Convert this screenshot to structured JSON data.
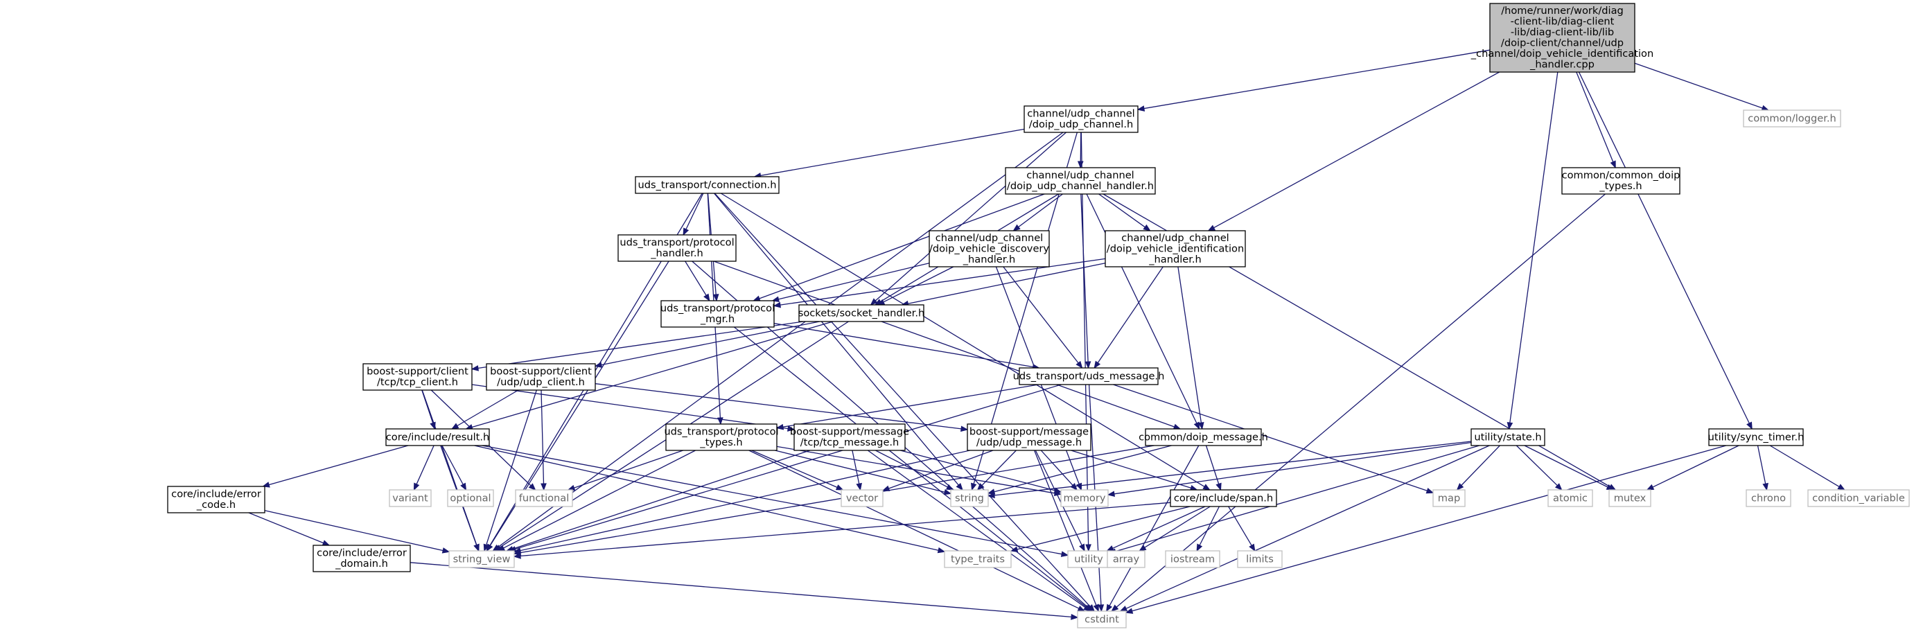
{
  "nodes": [
    {
      "id": "root",
      "lines": [
        "/home/runner/work/diag",
        "-client-lib/diag-client",
        "-lib/diag-client-lib/lib",
        "/doip-client/channel/udp",
        "_channel/doip_vehicle_identification",
        "_handler.cpp"
      ],
      "kind": "root"
    },
    {
      "id": "udp_channel",
      "lines": [
        "channel/udp_channel",
        "/doip_udp_channel.h"
      ],
      "kind": "file"
    },
    {
      "id": "logger",
      "lines": [
        "common/logger.h"
      ],
      "kind": "ext"
    },
    {
      "id": "connection",
      "lines": [
        "uds_transport/connection.h"
      ],
      "kind": "file"
    },
    {
      "id": "udp_handler",
      "lines": [
        "channel/udp_channel",
        "/doip_udp_channel_handler.h"
      ],
      "kind": "file"
    },
    {
      "id": "common_types",
      "lines": [
        "common/common_doip",
        "_types.h"
      ],
      "kind": "file"
    },
    {
      "id": "protocol_handler",
      "lines": [
        "uds_transport/protocol",
        "_handler.h"
      ],
      "kind": "file"
    },
    {
      "id": "vehicle_discovery",
      "lines": [
        "channel/udp_channel",
        "/doip_vehicle_discovery",
        "_handler.h"
      ],
      "kind": "file"
    },
    {
      "id": "vehicle_ident",
      "lines": [
        "channel/udp_channel",
        "/doip_vehicle_identification",
        "_handler.h"
      ],
      "kind": "file"
    },
    {
      "id": "protocol_mgr",
      "lines": [
        "uds_transport/protocol",
        "_mgr.h"
      ],
      "kind": "file"
    },
    {
      "id": "socket_handler",
      "lines": [
        "sockets/socket_handler.h"
      ],
      "kind": "file"
    },
    {
      "id": "tcp_client",
      "lines": [
        "boost-support/client",
        "/tcp/tcp_client.h"
      ],
      "kind": "file"
    },
    {
      "id": "udp_client",
      "lines": [
        "boost-support/client",
        "/udp/udp_client.h"
      ],
      "kind": "file"
    },
    {
      "id": "uds_message",
      "lines": [
        "uds_transport/uds_message.h"
      ],
      "kind": "file"
    },
    {
      "id": "result",
      "lines": [
        "core/include/result.h"
      ],
      "kind": "file"
    },
    {
      "id": "protocol_types",
      "lines": [
        "uds_transport/protocol",
        "_types.h"
      ],
      "kind": "file"
    },
    {
      "id": "tcp_message",
      "lines": [
        "boost-support/message",
        "/tcp/tcp_message.h"
      ],
      "kind": "file"
    },
    {
      "id": "udp_message",
      "lines": [
        "boost-support/message",
        "/udp/udp_message.h"
      ],
      "kind": "file"
    },
    {
      "id": "doip_message",
      "lines": [
        "common/doip_message.h"
      ],
      "kind": "file"
    },
    {
      "id": "state",
      "lines": [
        "utility/state.h"
      ],
      "kind": "file"
    },
    {
      "id": "sync_timer",
      "lines": [
        "utility/sync_timer.h"
      ],
      "kind": "file"
    },
    {
      "id": "variant",
      "lines": [
        "variant"
      ],
      "kind": "ext"
    },
    {
      "id": "optional",
      "lines": [
        "optional"
      ],
      "kind": "ext"
    },
    {
      "id": "functional",
      "lines": [
        "functional"
      ],
      "kind": "ext"
    },
    {
      "id": "vector",
      "lines": [
        "vector"
      ],
      "kind": "ext"
    },
    {
      "id": "string",
      "lines": [
        "string"
      ],
      "kind": "ext"
    },
    {
      "id": "memory",
      "lines": [
        "memory"
      ],
      "kind": "ext"
    },
    {
      "id": "map",
      "lines": [
        "map"
      ],
      "kind": "ext"
    },
    {
      "id": "atomic",
      "lines": [
        "atomic"
      ],
      "kind": "ext"
    },
    {
      "id": "mutex",
      "lines": [
        "mutex"
      ],
      "kind": "ext"
    },
    {
      "id": "chrono",
      "lines": [
        "chrono"
      ],
      "kind": "ext"
    },
    {
      "id": "condition_variable",
      "lines": [
        "condition_variable"
      ],
      "kind": "ext"
    },
    {
      "id": "error_code",
      "lines": [
        "core/include/error",
        "_code.h"
      ],
      "kind": "file"
    },
    {
      "id": "span",
      "lines": [
        "core/include/span.h"
      ],
      "kind": "file"
    },
    {
      "id": "error_domain",
      "lines": [
        "core/include/error",
        "_domain.h"
      ],
      "kind": "file"
    },
    {
      "id": "string_view",
      "lines": [
        "string_view"
      ],
      "kind": "ext"
    },
    {
      "id": "type_traits",
      "lines": [
        "type_traits"
      ],
      "kind": "ext"
    },
    {
      "id": "utility",
      "lines": [
        "utility"
      ],
      "kind": "ext"
    },
    {
      "id": "array",
      "lines": [
        "array"
      ],
      "kind": "ext"
    },
    {
      "id": "iostream",
      "lines": [
        "iostream"
      ],
      "kind": "ext"
    },
    {
      "id": "limits",
      "lines": [
        "limits"
      ],
      "kind": "ext"
    },
    {
      "id": "cstdint",
      "lines": [
        "cstdint"
      ],
      "kind": "ext"
    }
  ],
  "edges": [
    [
      "root",
      "udp_channel"
    ],
    [
      "root",
      "vehicle_ident"
    ],
    [
      "root",
      "common_types"
    ],
    [
      "root",
      "logger"
    ],
    [
      "root",
      "state"
    ],
    [
      "root",
      "sync_timer"
    ],
    [
      "udp_channel",
      "connection"
    ],
    [
      "udp_channel",
      "udp_handler"
    ],
    [
      "udp_channel",
      "socket_handler"
    ],
    [
      "udp_channel",
      "string_view"
    ],
    [
      "udp_channel",
      "string"
    ],
    [
      "udp_channel",
      "utility"
    ],
    [
      "connection",
      "protocol_handler"
    ],
    [
      "connection",
      "protocol_mgr"
    ],
    [
      "connection",
      "protocol_types"
    ],
    [
      "connection",
      "span"
    ],
    [
      "connection",
      "string"
    ],
    [
      "connection",
      "string_view"
    ],
    [
      "connection",
      "cstdint"
    ],
    [
      "udp_handler",
      "vehicle_discovery"
    ],
    [
      "udp_handler",
      "vehicle_ident"
    ],
    [
      "udp_handler",
      "protocol_mgr"
    ],
    [
      "udp_handler",
      "socket_handler"
    ],
    [
      "udp_handler",
      "uds_message"
    ],
    [
      "udp_handler",
      "doip_message"
    ],
    [
      "udp_handler",
      "mutex"
    ],
    [
      "common_types",
      "cstdint"
    ],
    [
      "protocol_handler",
      "protocol_mgr"
    ],
    [
      "protocol_handler",
      "doip_message"
    ],
    [
      "protocol_handler",
      "string_view"
    ],
    [
      "protocol_handler",
      "cstdint"
    ],
    [
      "vehicle_discovery",
      "protocol_mgr"
    ],
    [
      "vehicle_discovery",
      "socket_handler"
    ],
    [
      "vehicle_discovery",
      "uds_message"
    ],
    [
      "vehicle_discovery",
      "memory"
    ],
    [
      "vehicle_ident",
      "protocol_mgr"
    ],
    [
      "vehicle_ident",
      "socket_handler"
    ],
    [
      "vehicle_ident",
      "uds_message"
    ],
    [
      "vehicle_ident",
      "doip_message"
    ],
    [
      "protocol_mgr",
      "uds_message"
    ],
    [
      "protocol_mgr",
      "cstdint"
    ],
    [
      "socket_handler",
      "tcp_client"
    ],
    [
      "socket_handler",
      "udp_client"
    ],
    [
      "socket_handler",
      "result"
    ],
    [
      "socket_handler",
      "string_view"
    ],
    [
      "tcp_client",
      "result"
    ],
    [
      "tcp_client",
      "tcp_message"
    ],
    [
      "tcp_client",
      "functional"
    ],
    [
      "tcp_client",
      "string_view"
    ],
    [
      "udp_client",
      "result"
    ],
    [
      "udp_client",
      "udp_message"
    ],
    [
      "udp_client",
      "functional"
    ],
    [
      "udp_client",
      "string_view"
    ],
    [
      "uds_message",
      "protocol_types"
    ],
    [
      "uds_message",
      "map"
    ],
    [
      "uds_message",
      "string_view"
    ],
    [
      "uds_message",
      "cstdint"
    ],
    [
      "result",
      "variant"
    ],
    [
      "result",
      "optional"
    ],
    [
      "result",
      "error_code"
    ],
    [
      "result",
      "utility"
    ],
    [
      "result",
      "type_traits"
    ],
    [
      "result",
      "string_view"
    ],
    [
      "protocol_types",
      "functional"
    ],
    [
      "protocol_types",
      "vector"
    ],
    [
      "protocol_types",
      "string"
    ],
    [
      "protocol_types",
      "memory"
    ],
    [
      "protocol_types",
      "string_view"
    ],
    [
      "protocol_types",
      "cstdint"
    ],
    [
      "tcp_message",
      "vector"
    ],
    [
      "tcp_message",
      "string"
    ],
    [
      "tcp_message",
      "memory"
    ],
    [
      "tcp_message",
      "string_view"
    ],
    [
      "tcp_message",
      "cstdint"
    ],
    [
      "udp_message",
      "vector"
    ],
    [
      "udp_message",
      "string"
    ],
    [
      "udp_message",
      "memory"
    ],
    [
      "udp_message",
      "span"
    ],
    [
      "udp_message",
      "utility"
    ],
    [
      "udp_message",
      "string_view"
    ],
    [
      "udp_message",
      "cstdint"
    ],
    [
      "doip_message",
      "span"
    ],
    [
      "doip_message",
      "string"
    ],
    [
      "doip_message",
      "string_view"
    ],
    [
      "doip_message",
      "cstdint"
    ],
    [
      "state",
      "map"
    ],
    [
      "state",
      "atomic"
    ],
    [
      "state",
      "mutex"
    ],
    [
      "state",
      "memory"
    ],
    [
      "state",
      "string"
    ],
    [
      "state",
      "utility"
    ],
    [
      "state",
      "cstdint"
    ],
    [
      "sync_timer",
      "chrono"
    ],
    [
      "sync_timer",
      "condition_variable"
    ],
    [
      "sync_timer",
      "mutex"
    ],
    [
      "sync_timer",
      "cstdint"
    ],
    [
      "error_code",
      "error_domain"
    ],
    [
      "error_code",
      "string_view"
    ],
    [
      "span",
      "array"
    ],
    [
      "span",
      "iostream"
    ],
    [
      "span",
      "limits"
    ],
    [
      "span",
      "type_traits"
    ],
    [
      "span",
      "utility"
    ],
    [
      "span",
      "string_view"
    ],
    [
      "error_domain",
      "cstdint"
    ]
  ]
}
